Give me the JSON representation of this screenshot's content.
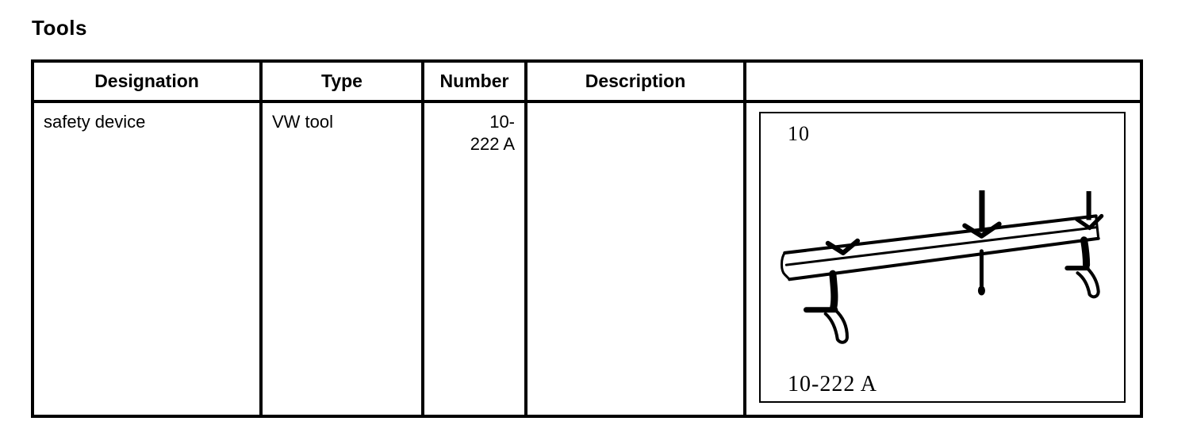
{
  "document": {
    "title": "Tools"
  },
  "tools_table": {
    "columns": [
      "Designation",
      "Type",
      "Number",
      "Description",
      ""
    ],
    "rows": [
      {
        "designation": "safety device",
        "type": "VW tool",
        "number": "10-\n222 A",
        "description": "",
        "figure": {
          "corner_label": "10",
          "caption": "10-222 A"
        }
      }
    ]
  },
  "colors": {
    "text": "#000000",
    "border": "#000000",
    "background": "#ffffff"
  }
}
